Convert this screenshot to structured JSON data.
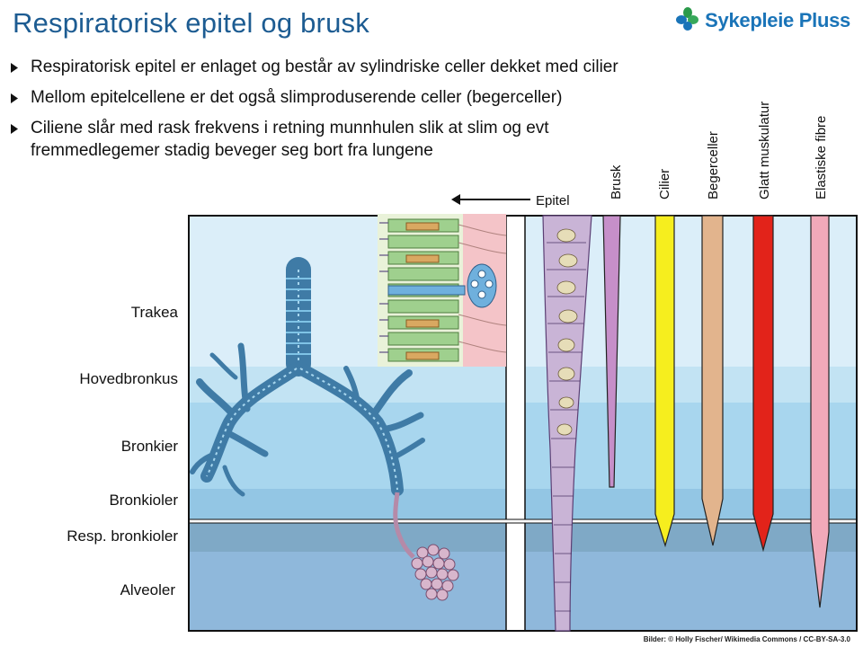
{
  "title": "Respiratorisk epitel og brusk",
  "logo": {
    "text": "Sykepleie Pluss",
    "icon": "leaf-cluster-icon",
    "color": "#1a74b8"
  },
  "bullets": [
    "Respiratorisk epitel er enlaget og består av sylindriske celler dekket med cilier",
    "Mellom epitelcellene er det også slimproduserende celler (begerceller)",
    "Ciliene slår med rask frekvens i retning munnhulen slik at slim og evt fremmedlegemer stadig beveger seg bort fra lungene"
  ],
  "diagram": {
    "zones": [
      {
        "label": "Trakea",
        "color": "#dbeef9"
      },
      {
        "label": "Hovedbronkus",
        "color": "#c2e3f3"
      },
      {
        "label": "Bronkier",
        "color": "#a8d6ee"
      },
      {
        "label": "Bronkioler",
        "color": "#93c6e4"
      },
      {
        "label": "Resp. bronkioler",
        "color": "#7fa9c6"
      },
      {
        "label": "Alveoler",
        "color": "#8fb8db"
      }
    ],
    "epitel_label": "Epitel",
    "columns": [
      {
        "label": "Brusk",
        "color": "#c68fc9"
      },
      {
        "label": "Cilier",
        "color": "#f6ee1e"
      },
      {
        "label": "Begerceller",
        "color": "#e2b48d"
      },
      {
        "label": "Glatt muskulatur",
        "color": "#e2231a"
      },
      {
        "label": "Elastiske fibre",
        "color": "#f1a9b9"
      }
    ]
  },
  "credit": "Bilder: © Holly Fischer/ Wikimedia Commons / CC-BY-SA-3.0"
}
